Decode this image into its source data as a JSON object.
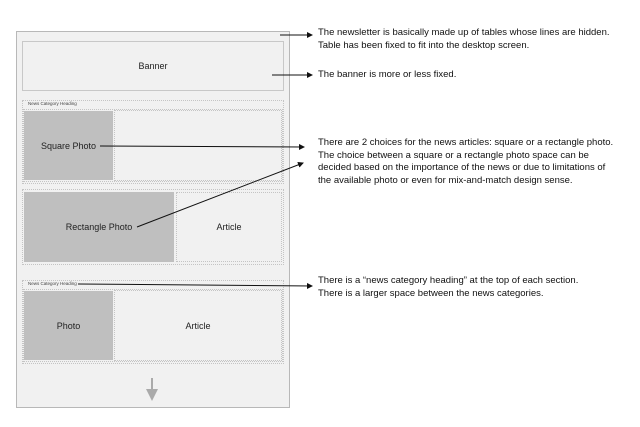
{
  "mockup": {
    "banner": "Banner",
    "section1": {
      "heading": "News Category Heading",
      "square_photo": "Square Photo",
      "rect_photo": "Rectangle Photo",
      "article": "Article"
    },
    "section2": {
      "heading": "News Category Heading",
      "photo": "Photo",
      "article": "Article"
    }
  },
  "notes": {
    "table": [
      "The newsletter is basically made up of tables whose lines are hidden.",
      "Table has been fixed to fit into the desktop screen."
    ],
    "banner": "The banner is more or less fixed.",
    "photo": [
      "There are 2 choices for the news articles: square or a rectangle photo.",
      "The choice between a square or a rectangle photo space can be",
      "decided based on the importance of the news or due to limitations of",
      "the available photo or even for mix-and-match design sense."
    ],
    "heading": [
      "There is a “news category heading” at the top of each section.",
      "There is a larger space between the news categories."
    ]
  }
}
